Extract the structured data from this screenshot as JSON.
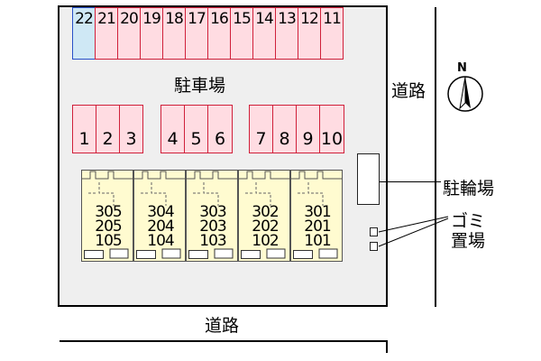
{
  "labels": {
    "parking": "駐車場",
    "road_right": "道路",
    "road_bottom": "道路",
    "bike_parking": "駐輪場",
    "garbage_line1": "ゴミ",
    "garbage_line2": "置場",
    "north": "N"
  },
  "parking_top": [
    "22",
    "21",
    "20",
    "19",
    "18",
    "17",
    "16",
    "15",
    "14",
    "13",
    "12",
    "11"
  ],
  "parking_bottom": [
    "1",
    "2",
    "3",
    "4",
    "5",
    "6",
    "7",
    "8",
    "9",
    "10"
  ],
  "buildings": [
    {
      "rooms": [
        "305",
        "205",
        "105"
      ]
    },
    {
      "rooms": [
        "304",
        "204",
        "104"
      ]
    },
    {
      "rooms": [
        "303",
        "203",
        "103"
      ]
    },
    {
      "rooms": [
        "302",
        "202",
        "102"
      ]
    },
    {
      "rooms": [
        "301",
        "201",
        "101"
      ]
    }
  ],
  "colors": {
    "parking_slot": "#ffdce2",
    "parking_border": "#d0203a",
    "highlight_slot": "#cfe8f5",
    "building": "#fffbd0",
    "lot": "#efefef"
  }
}
